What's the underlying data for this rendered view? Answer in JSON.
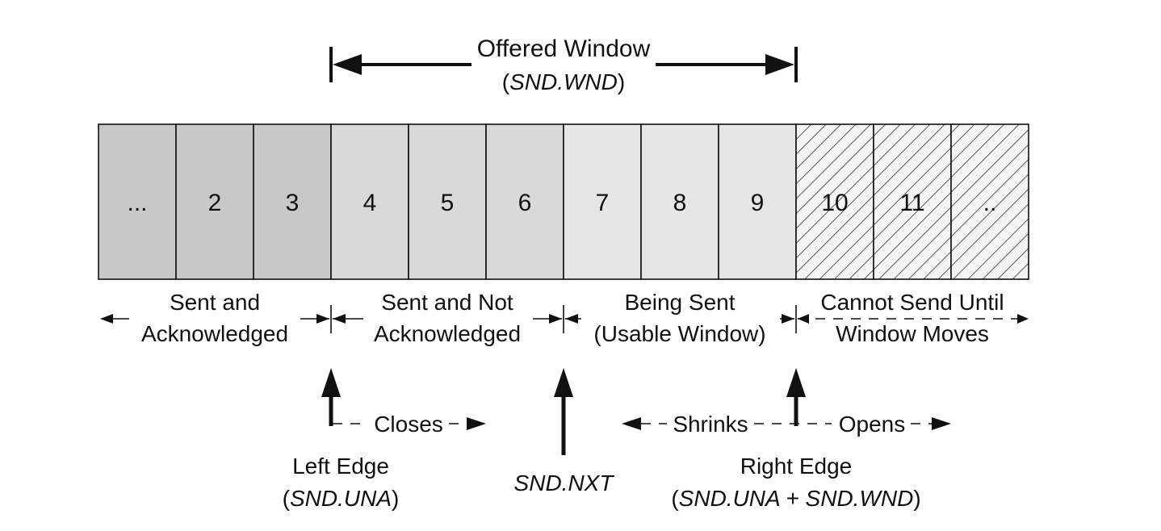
{
  "diagram": {
    "offered_window": {
      "label": "Offered Window",
      "paren_open": "(",
      "var": "SND.WND",
      "paren_close": ")"
    },
    "cells": [
      {
        "label": "...",
        "fill": "#c8c8c8",
        "hatched": false
      },
      {
        "label": "2",
        "fill": "#c8c8c8",
        "hatched": false
      },
      {
        "label": "3",
        "fill": "#c8c8c8",
        "hatched": false
      },
      {
        "label": "4",
        "fill": "#d9d9d9",
        "hatched": false
      },
      {
        "label": "5",
        "fill": "#d9d9d9",
        "hatched": false
      },
      {
        "label": "6",
        "fill": "#d9d9d9",
        "hatched": false
      },
      {
        "label": "7",
        "fill": "#e6e6e6",
        "hatched": false
      },
      {
        "label": "8",
        "fill": "#e6e6e6",
        "hatched": false
      },
      {
        "label": "9",
        "fill": "#e6e6e6",
        "hatched": false
      },
      {
        "label": "10",
        "fill": "#f2f2f2",
        "hatched": true
      },
      {
        "label": "11",
        "fill": "#f2f2f2",
        "hatched": true
      },
      {
        "label": "..",
        "fill": "#f2f2f2",
        "hatched": true
      }
    ],
    "regions": {
      "sent_acked": {
        "line1": "Sent and",
        "line2": "Acknowledged"
      },
      "sent_not_acked": {
        "line1": "Sent and Not",
        "line2": "Acknowledged"
      },
      "being_sent": {
        "line1": "Being Sent",
        "line2": "(Usable Window)"
      },
      "cannot_send": {
        "line1": "Cannot Send Until",
        "line2": "Window Moves"
      }
    },
    "movements": {
      "closes": "Closes",
      "shrinks": "Shrinks",
      "opens": "Opens"
    },
    "pointers": {
      "left_edge": {
        "label": "Left Edge",
        "paren_open": "(",
        "var": "SND.UNA",
        "paren_close": ")"
      },
      "snd_nxt": {
        "var": "SND.NXT"
      },
      "right_edge": {
        "label": "Right Edge",
        "paren_open": "(",
        "var": "SND.UNA + SND.WND",
        "paren_close": ")"
      }
    }
  }
}
